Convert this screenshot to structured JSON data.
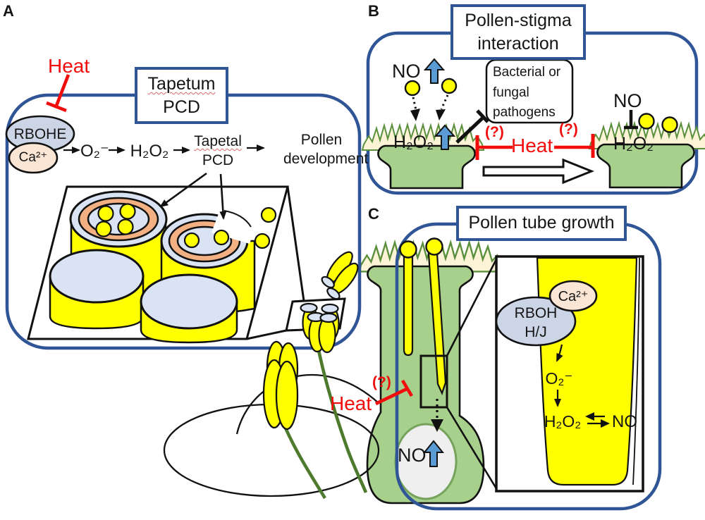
{
  "figure": {
    "description": "Heat effects on ROS/NO signaling in pollen development, pollen-stigma interaction and pollen tube growth"
  },
  "colors": {
    "panel_border_blue": "#2f5597",
    "red": "#f20d0d",
    "yellow": "#ffff00",
    "light_blue": "#dae3f3",
    "blue_gray": "#ccd5e5",
    "peach": "#fbe5d5",
    "orange_ring": "#f2b083",
    "stigma_green": "#a6d08c",
    "cream": "#fdf3d6",
    "filament_green": "#4e7a2e",
    "arrow_blue": "#5b9bd5",
    "ovary_gray": "#efefef"
  },
  "labels": {
    "a": "A",
    "b": "B",
    "c": "C"
  },
  "panel_a": {
    "title": [
      "Tapetum",
      "PCD"
    ],
    "heat": "Heat",
    "rbohe": "RBOHE",
    "ca": "Ca²⁺",
    "o2": "O₂⁻",
    "h2o2": "H₂O₂",
    "tapetal": [
      "Tapetal",
      "PCD"
    ],
    "pollen_dev": [
      "Pollen",
      "development"
    ]
  },
  "panel_b": {
    "title": [
      "Pollen-stigma",
      "interaction"
    ],
    "no_top": "NO",
    "pathogens": [
      "Bacterial or",
      "fungal",
      "pathogens"
    ],
    "h2o2_left": "H₂O₂",
    "q_left": "(?)",
    "heat": "Heat",
    "q_right": "(?)",
    "no_right": "NO",
    "h2o2_right": "H₂O₂"
  },
  "panel_c": {
    "title": "Pollen tube growth",
    "q": "(?)",
    "heat": "Heat",
    "no_ovary": "NO",
    "ca": "Ca²⁺",
    "rboh": [
      "RBOH",
      "H/J"
    ],
    "o2": "O₂⁻",
    "h2o2": "H₂O₂",
    "no": "NO"
  }
}
